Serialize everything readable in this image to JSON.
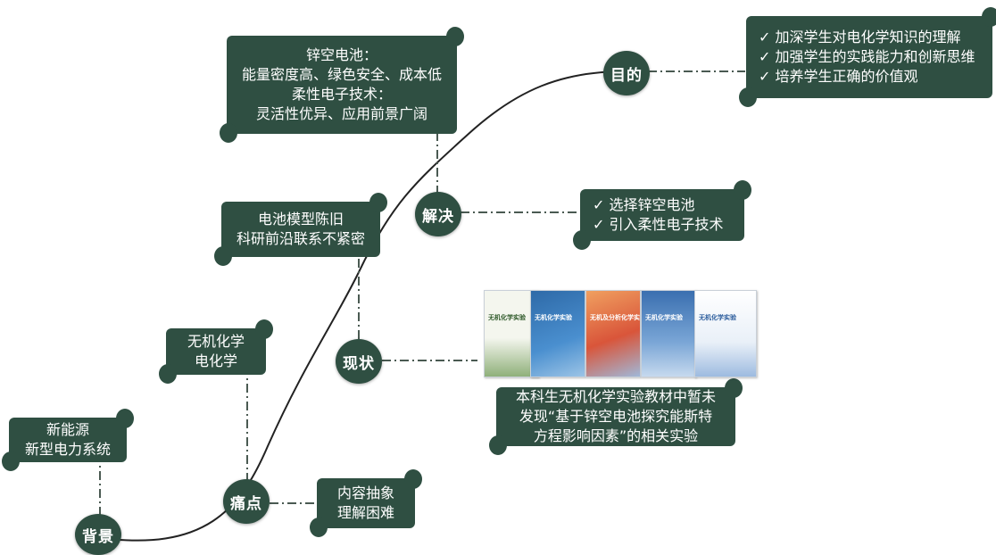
{
  "nodes": {
    "background": "背景",
    "pain_points": "痛点",
    "status": "现状",
    "solution": "解决",
    "purpose": "目的"
  },
  "notes": {
    "background": [
      "新能源",
      "新型电力系统"
    ],
    "pain_upper": [
      "无机化学",
      "电化学"
    ],
    "pain_lower": [
      "内容抽象",
      "理解困难"
    ],
    "status_upper": [
      "电池模型陈旧",
      "科研前沿联系不紧密"
    ],
    "status_lower": [
      "本科生无机化学实验教材中暂未",
      "发现“基于锌空电池探究能斯特",
      "方程影响因素”的相关实验"
    ],
    "solution_upper": [
      "锌空电池：",
      "能量密度高、绿色安全、成本低",
      "柔性电子技术：",
      "灵活性优异、应用前景广阔"
    ],
    "solution_right": [
      "✓ 选择锌空电池",
      "✓ 引入柔性电子技术"
    ],
    "purpose": [
      "✓ 加深学生对电化学知识的理解",
      "✓ 加强学生的实践能力和创新思维",
      "✓ 培养学生正确的价值观"
    ]
  },
  "book_titles": [
    "无机化学实验",
    "无机化学实验",
    "无机及分析化学实验",
    "无机化学实验",
    "无机化学实验"
  ],
  "colors": {
    "dark_green": "#2f4f42",
    "curve": "#222222",
    "connector": "#4a5a52"
  }
}
